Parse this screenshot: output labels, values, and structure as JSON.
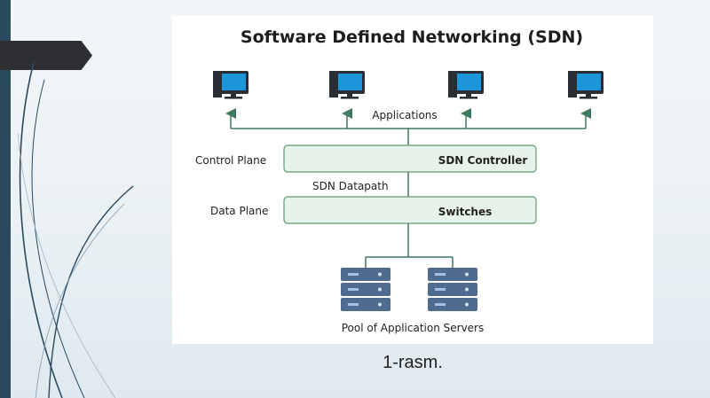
{
  "diagram": {
    "title": "Software Defined Networking (SDN)",
    "applications_label": "Applications",
    "control_plane_label": "Control Plane",
    "controller_label": "SDN Controller",
    "datapath_label": "SDN Datapath",
    "data_plane_label": "Data Plane",
    "switches_label": "Switches",
    "servers_label": "Pool of Application Servers",
    "computers": [
      "computer-icon",
      "computer-icon",
      "computer-icon",
      "computer-icon"
    ],
    "servers": [
      "server-icon",
      "server-icon"
    ]
  },
  "caption": "1-rasm.",
  "colors": {
    "line": "#3f7a5f",
    "box_fill": "#e7f3e8",
    "box_stroke": "#5e9a72",
    "monitor": "#1e96dc",
    "server": "#4f6c8e",
    "sidebar": "#2c4a5e",
    "tab": "#2d2f33"
  }
}
